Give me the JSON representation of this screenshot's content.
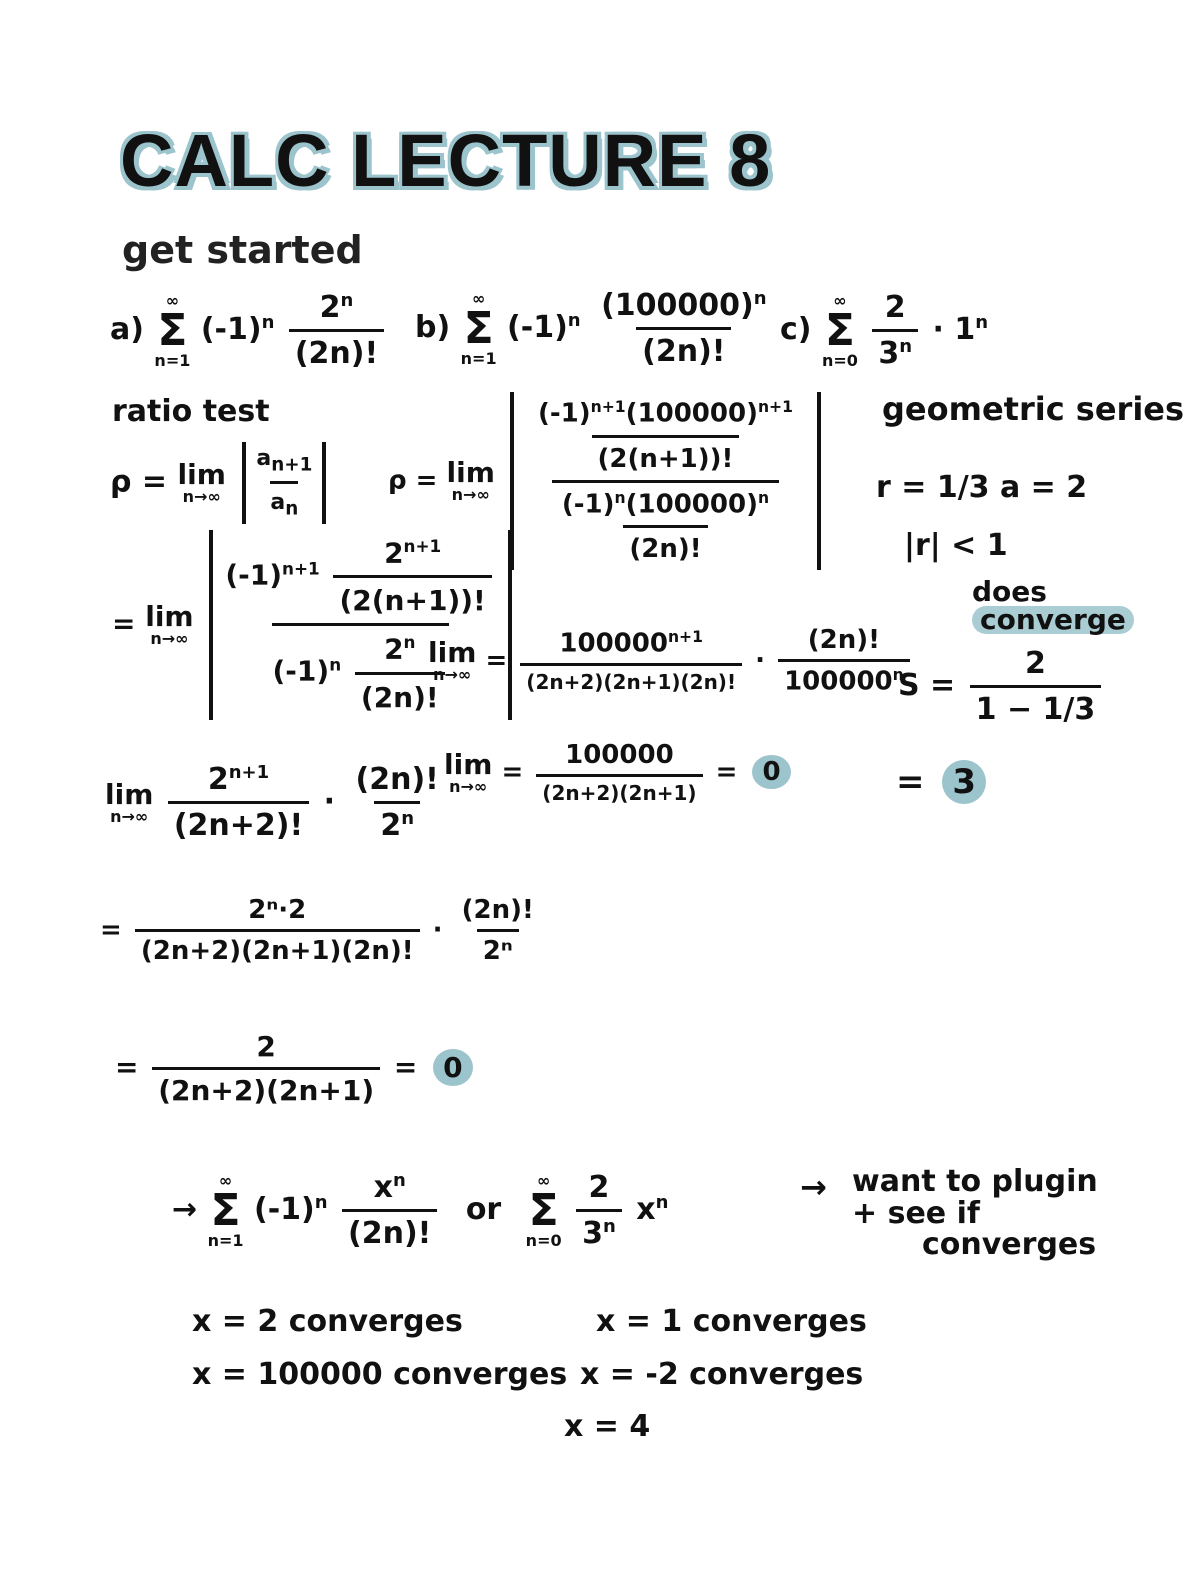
{
  "title": "CALC LECTURE 8",
  "subtitle": "get started",
  "problem_a": {
    "label": "a)",
    "sum_upper": "∞",
    "sum_lower": "n=1",
    "sign": "(-1)",
    "sign_exp": "n",
    "num": "2",
    "num_exp": "n",
    "den": "(2n)!"
  },
  "problem_b": {
    "label": "b)",
    "sum_upper": "∞",
    "sum_lower": "n=1",
    "sign": "(-1)",
    "sign_exp": "n",
    "num": "(100000)",
    "num_exp": "n",
    "den": "(2n)!"
  },
  "problem_c": {
    "label": "c)",
    "sum_upper": "∞",
    "sum_lower": "n=0",
    "num": "2",
    "den": "3",
    "den_exp": "n",
    "tail": "· 1",
    "tail_exp": "n"
  },
  "work_a": {
    "ratio_label": "ratio test",
    "rho": "ρ =",
    "lim": "lim",
    "lim_sub": "n→∞",
    "a_next": "a",
    "a_next_sub": "n+1",
    "a_n": "a",
    "a_n_sub": "n",
    "eq": "=",
    "abs_top_sign": "(-1)",
    "abs_top_sign_exp": "n+1",
    "abs_top_num": "2",
    "abs_top_num_exp": "n+1",
    "abs_top_den": "(2(n+1))!",
    "abs_bot_sign": "(-1)",
    "abs_bot_sign_exp": "n",
    "abs_bot_num": "2",
    "abs_bot_num_exp": "n",
    "abs_bot_den": "(2n)!",
    "l2_num1": "2",
    "l2_num1_exp": "n+1",
    "l2_den1": "(2n+2)!",
    "dot": "·",
    "l2_num2": "(2n)!",
    "l2_den2": "2",
    "l2_den2_exp": "n",
    "simp_num1": "2ⁿ·2",
    "simp_den1": "(2n+2)(2n+1)(2n)!",
    "simp_num2": "(2n)!",
    "simp_den2": "2ⁿ",
    "final_num": "2",
    "final_den": "(2n+2)(2n+1)",
    "result": "0"
  },
  "work_b": {
    "rho": "ρ =",
    "lim": "lim",
    "lim_sub": "n→∞",
    "top_num": "(-1)",
    "top_num_exp": "n+1",
    "top_num2": "(100000)",
    "top_num2_exp": "n+1",
    "top_den": "(2(n+1))!",
    "bot_num": "(-1)",
    "bot_num_exp": "n",
    "bot_num2": "(100000)",
    "bot_num2_exp": "n",
    "bot_den": "(2n)!",
    "l2_num1": "100000",
    "l2_num1_exp": "n+1",
    "l2_den1": "(2n+2)(2n+1)(2n)!",
    "dot": "·",
    "l2_num2": "(2n)!",
    "l2_den2": "100000",
    "l2_den2_exp": "n",
    "l3_num": "100000",
    "l3_den": "(2n+2)(2n+1)",
    "eq": "=",
    "result": "0"
  },
  "work_c": {
    "geo_label": "geometric series",
    "r_a": "r = 1/3    a = 2",
    "abs_r": "|r| < 1",
    "does": "does",
    "converge": "converge",
    "s_label": "S =",
    "s_num": "2",
    "s_den": "1 − 1/3",
    "result_eq": "=",
    "result": "3"
  },
  "bottom": {
    "arrow": "→",
    "sum1_upper": "∞",
    "sum1_lower": "n=1",
    "sum1_sign": "(-1)",
    "sum1_sign_exp": "n",
    "sum1_num": "x",
    "sum1_num_exp": "n",
    "sum1_den": "(2n)!",
    "or": "or",
    "sum2_upper": "∞",
    "sum2_lower": "n=0",
    "sum2_num": "2",
    "sum2_den": "3",
    "sum2_den_exp": "n",
    "sum2_tail": "x",
    "sum2_tail_exp": "n",
    "arrow2": "→",
    "want_line1": "want to plugin",
    "want_line2": "+ see if",
    "want_line3": "converges",
    "left_tests": [
      "x = 2   converges",
      "x = 100000   converges"
    ],
    "right_tests": [
      "x = 1   converges",
      "x = -2   converges",
      "x = 4"
    ]
  },
  "colors": {
    "ink": "#111111",
    "highlight": "#9cc4cc"
  }
}
